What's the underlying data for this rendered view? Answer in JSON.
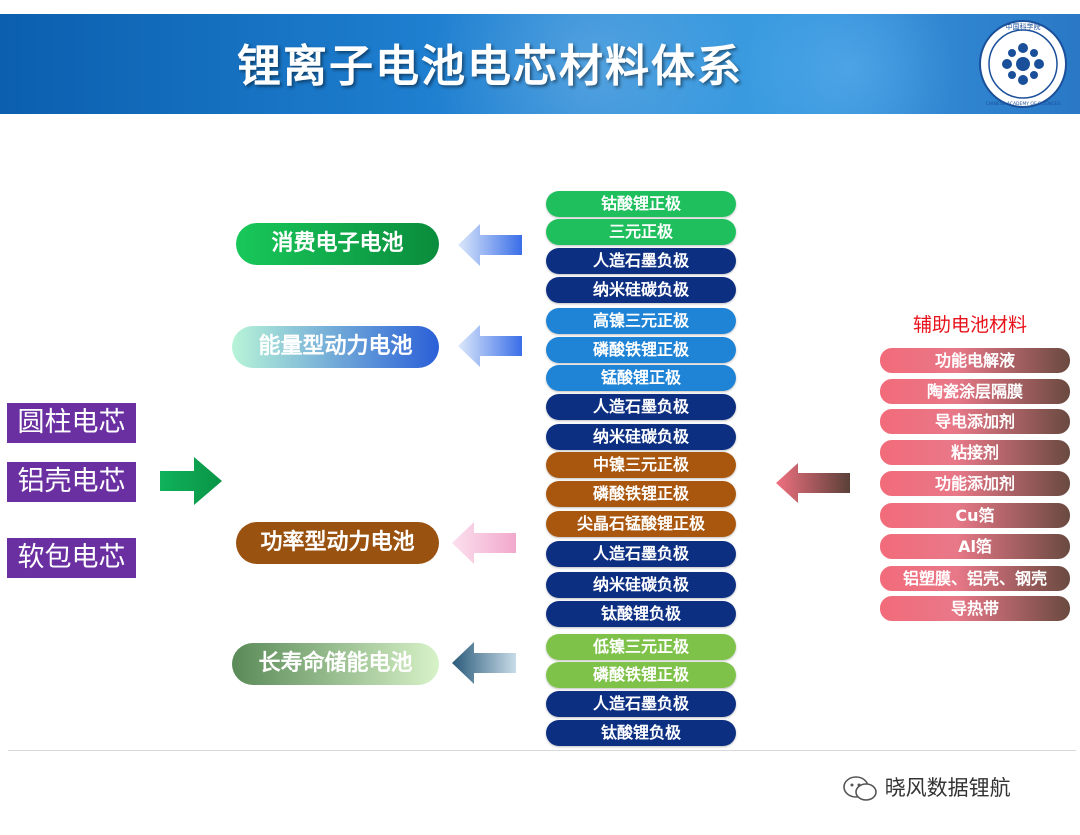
{
  "title": "锂离子电池电芯材料体系",
  "logo": {
    "text": "中国科学院",
    "ring_text": "CHINESE ACADEMY OF SCIENCES",
    "icon": "cas-logo-icon"
  },
  "cell_types": [
    "圆柱电芯",
    "铝壳电芯",
    "软包电芯"
  ],
  "categories": [
    "消费电子电池",
    "能量型动力电池",
    "功率型动力电池",
    "长寿命储能电池"
  ],
  "materials": [
    {
      "label": "钴酸锂正极",
      "color": "#1fbf5e"
    },
    {
      "label": "三元正极",
      "color": "#1fbf5e"
    },
    {
      "label": "人造石墨负极",
      "color": "#0d2f82"
    },
    {
      "label": "纳米硅碳负极",
      "color": "#0d2f82"
    },
    {
      "label": "高镍三元正极",
      "color": "#1f83d6"
    },
    {
      "label": "磷酸铁锂正极",
      "color": "#1f83d6"
    },
    {
      "label": "锰酸锂正极",
      "color": "#1f83d6"
    },
    {
      "label": "人造石墨负极",
      "color": "#0d2f82"
    },
    {
      "label": "纳米硅碳负极",
      "color": "#0d2f82"
    },
    {
      "label": "中镍三元正极",
      "color": "#a9570f"
    },
    {
      "label": "磷酸铁锂正极",
      "color": "#a9570f"
    },
    {
      "label": "尖晶石锰酸锂正极",
      "color": "#a9570f"
    },
    {
      "label": "人造石墨负极",
      "color": "#0d2f82"
    },
    {
      "label": "纳米硅碳负极",
      "color": "#0d2f82"
    },
    {
      "label": "钛酸锂负极",
      "color": "#0d2f82"
    },
    {
      "label": "低镍三元正极",
      "color": "#7fc24a"
    },
    {
      "label": "磷酸铁锂正极",
      "color": "#7fc24a"
    },
    {
      "label": "人造石墨负极",
      "color": "#0d2f82"
    },
    {
      "label": "钛酸锂负极",
      "color": "#0d2f82"
    }
  ],
  "aux_title": "辅助电池材料",
  "aux_materials": [
    "功能电解液",
    "陶瓷涂层隔膜",
    "导电添加剂",
    "粘接剂",
    "功能添加剂",
    "Cu箔",
    "Al箔",
    "铝塑膜、铝壳、钢壳",
    "导热带"
  ],
  "footer": {
    "text": "晓风数据锂航",
    "icon": "wechat-icon"
  }
}
